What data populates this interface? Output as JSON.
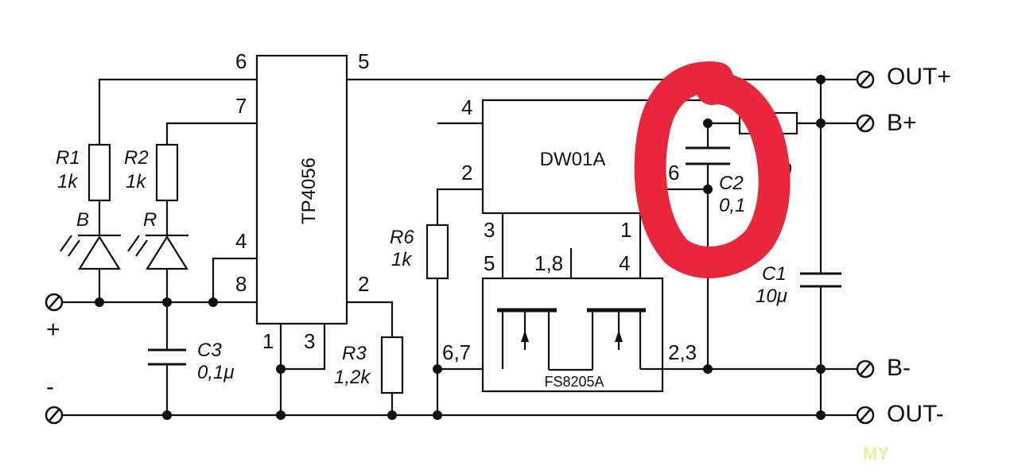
{
  "chips": {
    "tp4056": "TP4056",
    "dw01a": "DW01A",
    "fs8205a": "FS8205A"
  },
  "pins": {
    "tp_6": "6",
    "tp_5": "5",
    "tp_7": "7",
    "tp_4": "4",
    "tp_8": "8",
    "tp_2": "2",
    "tp_1": "1",
    "tp_3": "3",
    "dw_4": "4",
    "dw_2": "2",
    "dw_6": "6",
    "dw_3": "3",
    "dw_1": "1",
    "fs_5": "5",
    "fs_18": "1,8",
    "fs_4": "4",
    "fs_67": "6,7",
    "fs_23": "2,3"
  },
  "components": {
    "r1_name": "R1",
    "r1_value": "1k",
    "r2_name": "R2",
    "r2_value": "1k",
    "led_b": "B",
    "led_r": "R",
    "r6_name": "R6",
    "r6_value": "1k",
    "r3_name": "R3",
    "r3_value": "1,2k",
    "c3_name": "C3",
    "c3_value": "0,1μ",
    "c2_name": "C2",
    "c2_value": "0,1",
    "c1_name": "C1",
    "c1_value": "10μ",
    "partial_value": "0"
  },
  "terminals": {
    "out_plus": "OUT+",
    "b_plus": "B+",
    "b_minus": "B-",
    "out_minus": "OUT-",
    "in_plus": "+",
    "in_minus": "-"
  },
  "annotation": {
    "color": "#e8273a"
  },
  "watermark": "MY"
}
